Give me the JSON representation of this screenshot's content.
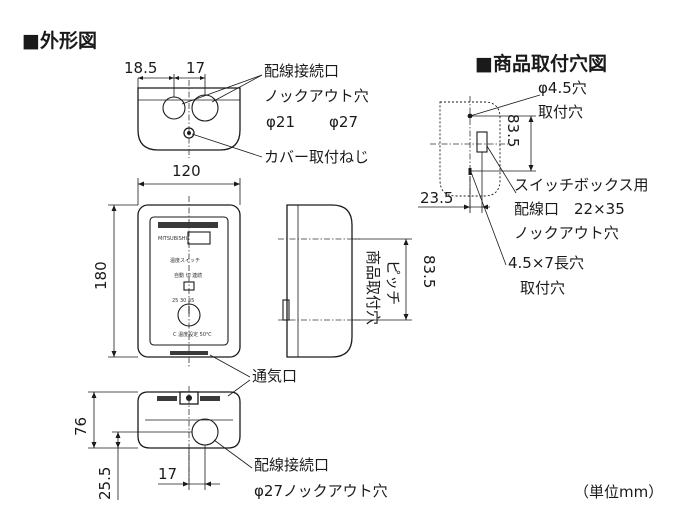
{
  "titles": {
    "outline": "■外形図",
    "mounting": "■商品取付穴図"
  },
  "labels": {
    "wiring_port_top": "配線接続口",
    "knockout_hole": "ノックアウト穴",
    "dia_21": "φ21",
    "dia_27": "φ27",
    "cover_screw": "カバー取付ねじ",
    "vent": "通気口",
    "wiring_port_bottom": "配線接続口",
    "knockout_27": "φ27ノックアウト穴",
    "mount_hole_dia": "φ4.5穴",
    "mount_hole_1": "取付穴",
    "switchbox_1": "スイッチボックス用",
    "switchbox_2": "配線口　22×35",
    "switchbox_3": "ノックアウト穴",
    "long_hole": "4.5×7長穴",
    "mount_hole_2": "取付穴",
    "pitch_vertical": "商品取付穴\nピッチ",
    "unit": "（単位mm）"
  },
  "dimensions": {
    "d_18_5": "18.5",
    "d_17_top": "17",
    "width_120": "120",
    "height_180": "180",
    "pitch_83_5_side": "83.5",
    "mount_83_5": "83.5",
    "mount_23_5": "23.5",
    "depth_76": "76",
    "d_25_5": "25.5",
    "d_17_bottom": "17"
  },
  "front_panel": {
    "brand": "MITSUBISHI",
    "caption": "温度スイッチ",
    "mode_labels": "自動 切 連続",
    "dial_labels": "25  30  35",
    "footer": "C 温度設定 50℃"
  }
}
